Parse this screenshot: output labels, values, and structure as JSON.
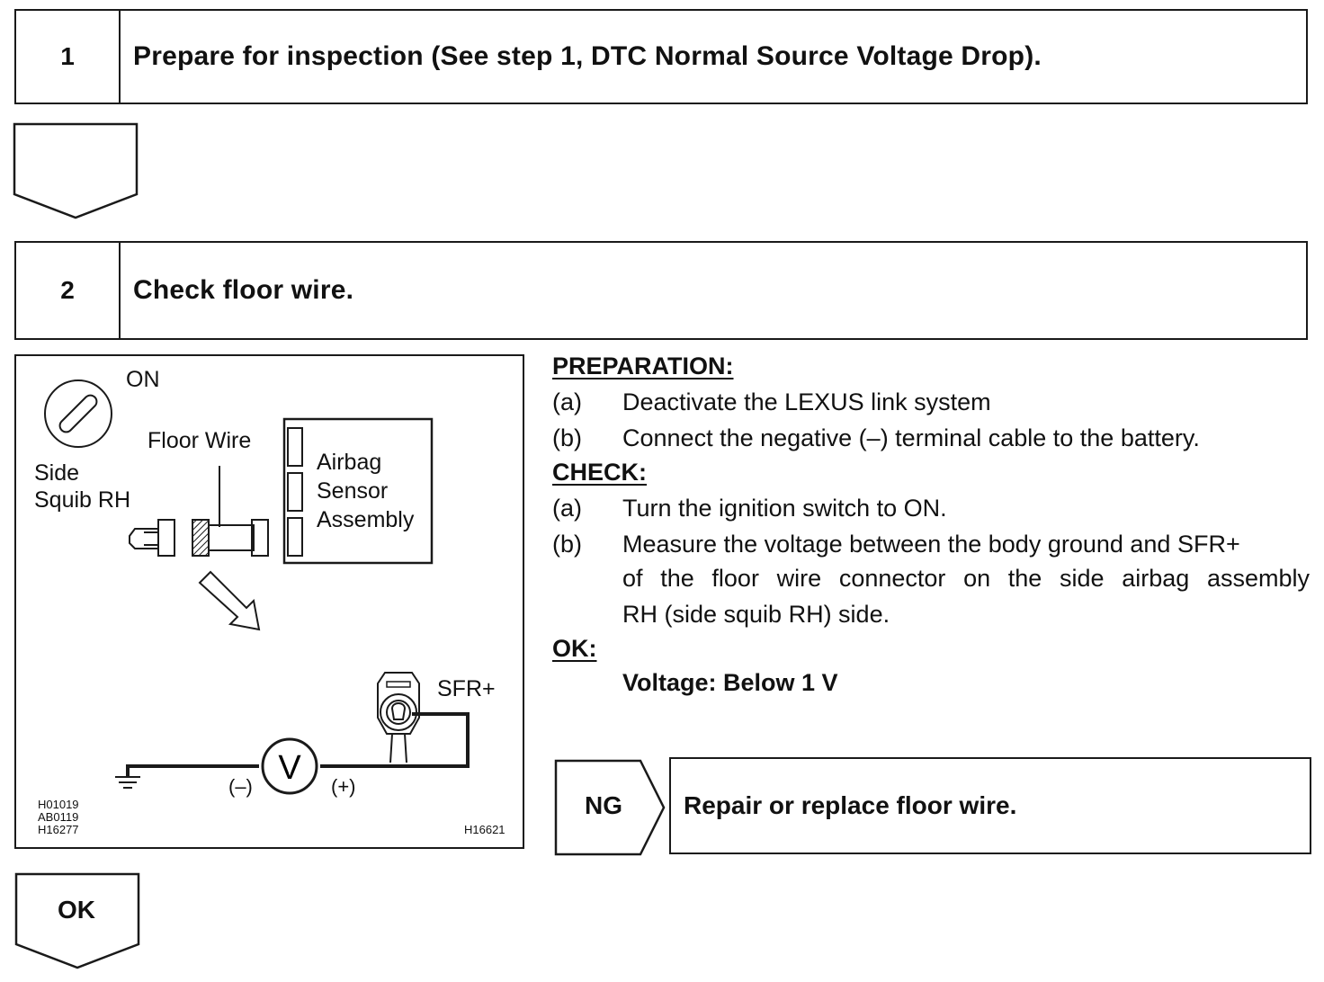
{
  "step1": {
    "number": "1",
    "title": "Prepare for inspection (See step 1, DTC Normal Source Voltage Drop)."
  },
  "step2": {
    "number": "2",
    "title": "Check floor wire."
  },
  "diagram": {
    "switch_label": "ON",
    "floor_wire_label": "Floor Wire",
    "side_squib_label_1": "Side",
    "side_squib_label_2": "Squib RH",
    "sensor_label_1": "Airbag",
    "sensor_label_2": "Sensor",
    "sensor_label_3": "Assembly",
    "sfr_label": "SFR+",
    "minus_label": "(–)",
    "plus_label": "(+)",
    "voltmeter_symbol": "V",
    "codes": [
      "H01019",
      "AB0119",
      "H16277"
    ],
    "figure_code": "H16621"
  },
  "preparation": {
    "heading": "PREPARATION:",
    "items": [
      {
        "marker": "(a)",
        "text": "Deactivate the LEXUS link system"
      },
      {
        "marker": "(b)",
        "text": "Connect the negative (–) terminal cable to the battery."
      }
    ]
  },
  "check": {
    "heading": "CHECK:",
    "item_a": {
      "marker": "(a)",
      "text": "Turn the ignition switch to ON."
    },
    "item_b": {
      "marker": "(b)",
      "line1": "Measure the voltage between the body ground and SFR+",
      "line2": "of the floor wire connector on the side airbag assembly",
      "line3": "RH (side squib RH) side."
    }
  },
  "ok": {
    "heading": "OK:",
    "spec": "Voltage: Below 1 V"
  },
  "ng": {
    "label": "NG",
    "action": "Repair or replace floor wire."
  },
  "ok_arrow": {
    "label": "OK"
  }
}
